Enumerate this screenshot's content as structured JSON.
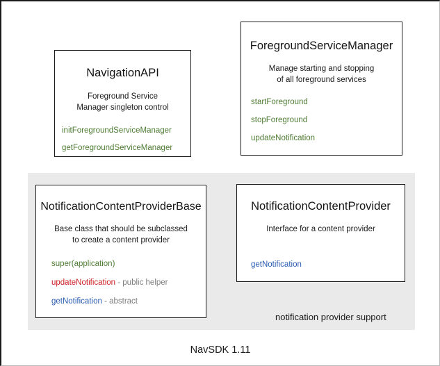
{
  "diagram": {
    "footer_caption": "NavSDK 1.11",
    "colors": {
      "green": "#4f7c34",
      "red": "#cc2026",
      "blue": "#2a5bb0",
      "note_gray": "#7d7d7d",
      "group_background": "#eaeaea",
      "box_border": "#1a1a1a",
      "text": "#1a1a1a"
    },
    "group": {
      "caption": "notification provider support"
    },
    "boxes": [
      {
        "id": "navigation-api",
        "title": "NavigationAPI",
        "description": "Foreground Service\nManager singleton control",
        "desc_line_1": "Foreground Service",
        "desc_line_2": "Manager singleton control",
        "members": [
          {
            "name": "initForegroundServiceManager",
            "color": "green",
            "note": ""
          },
          {
            "name": "getForegroundServiceManager",
            "color": "green",
            "note": ""
          }
        ]
      },
      {
        "id": "foreground-service-manager",
        "title": "ForegroundServiceManager",
        "desc_line_1": "Manage starting and stopping",
        "desc_line_2": "of all foreground services",
        "members": [
          {
            "name": "startForeground",
            "color": "green",
            "note": ""
          },
          {
            "name": "stopForeground",
            "color": "green",
            "note": ""
          },
          {
            "name": "updateNotification",
            "color": "green",
            "note": ""
          }
        ]
      },
      {
        "id": "notification-content-provider-base",
        "title": "NotificationContentProviderBase",
        "desc_line_1": "Base class that should be subclassed",
        "desc_line_2": "to create a content provider",
        "members": [
          {
            "name": "super(application)",
            "color": "green",
            "note": ""
          },
          {
            "name": "updateNotification",
            "color": "red",
            "note": " - public helper"
          },
          {
            "name": "getNotification",
            "color": "blue",
            "note": " - abstract"
          }
        ]
      },
      {
        "id": "notification-content-provider",
        "title": "NotificationContentProvider",
        "desc_line_1": "Interface for a content provider",
        "desc_line_2": "",
        "members": [
          {
            "name": "getNotification",
            "color": "blue",
            "note": ""
          }
        ]
      }
    ]
  }
}
